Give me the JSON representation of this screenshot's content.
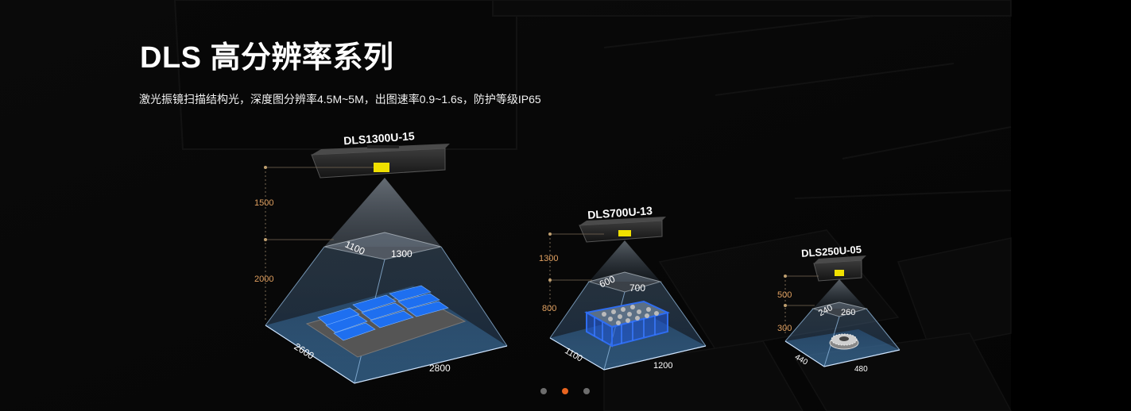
{
  "header": {
    "title": "DLS 高分辨率系列",
    "subtitle": "激光振镜扫描结构光，深度图分辨率4.5M~5M，出图速率0.9~1.6s，防护等级IP65"
  },
  "products": [
    {
      "model": "DLS1300U-15",
      "height_top": "1500",
      "height_bottom": "2000",
      "near_width": "1100",
      "near_depth": "1300",
      "far_width": "2600",
      "far_depth": "2800"
    },
    {
      "model": "DLS700U-13",
      "height_top": "1300",
      "height_bottom": "800",
      "near_width": "600",
      "near_depth": "700",
      "far_width": "1100",
      "far_depth": "1200"
    },
    {
      "model": "DLS250U-05",
      "height_top": "500",
      "height_bottom": "300",
      "near_width": "240",
      "near_depth": "260",
      "far_width": "440",
      "far_depth": "480"
    }
  ],
  "carousel": {
    "active_index": 1,
    "count": 3
  },
  "colors": {
    "accent": "#e8641f",
    "dimension_label": "#e0a060",
    "camera_warning": "#f0e000"
  }
}
